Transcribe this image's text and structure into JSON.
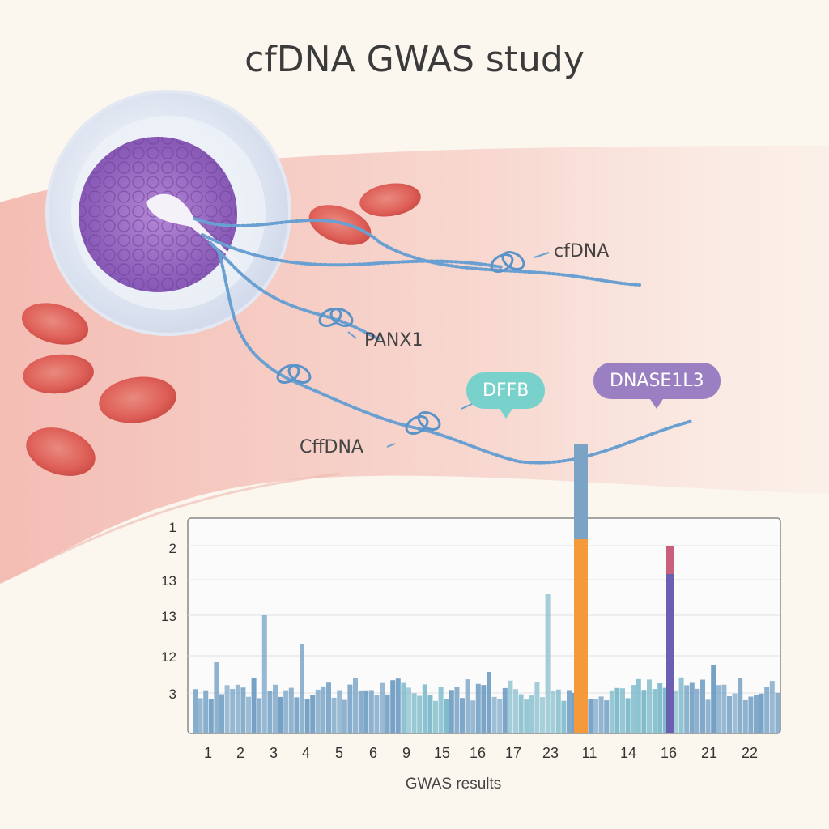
{
  "title": "cfDNA GWAS study",
  "labels": {
    "cfdna_top": "cfDNA",
    "panx1": "PANX1",
    "cfdna_lower": "CffDNA",
    "dffb": "DFFB",
    "dnase1l3": "DNASE1L3"
  },
  "colors": {
    "dffb_bubble": "#79d1cb",
    "dnase1l3_bubble": "#9a7fc2",
    "bars": "#6e9cc2",
    "highlight_orange": "#f59a3a",
    "highlight_purple": "#6a5fb0"
  },
  "chart_data": {
    "type": "bar",
    "xlabel": "GWAS results",
    "ylabel": "",
    "y_tick_labels": [
      "1",
      "2",
      "13",
      "13",
      "12",
      "3"
    ],
    "x_tick_labels": [
      "1",
      "2",
      "3",
      "4",
      "5",
      "6",
      "9",
      "15",
      "16",
      "17",
      "23",
      "11",
      "14",
      "16",
      "21",
      "22"
    ],
    "highlights": [
      {
        "label": "DFFB",
        "x_tick": "11",
        "color": "#f59a3a"
      },
      {
        "label": "DNASE1L3",
        "x_tick": "16",
        "color": "#6a5fb0"
      }
    ]
  }
}
